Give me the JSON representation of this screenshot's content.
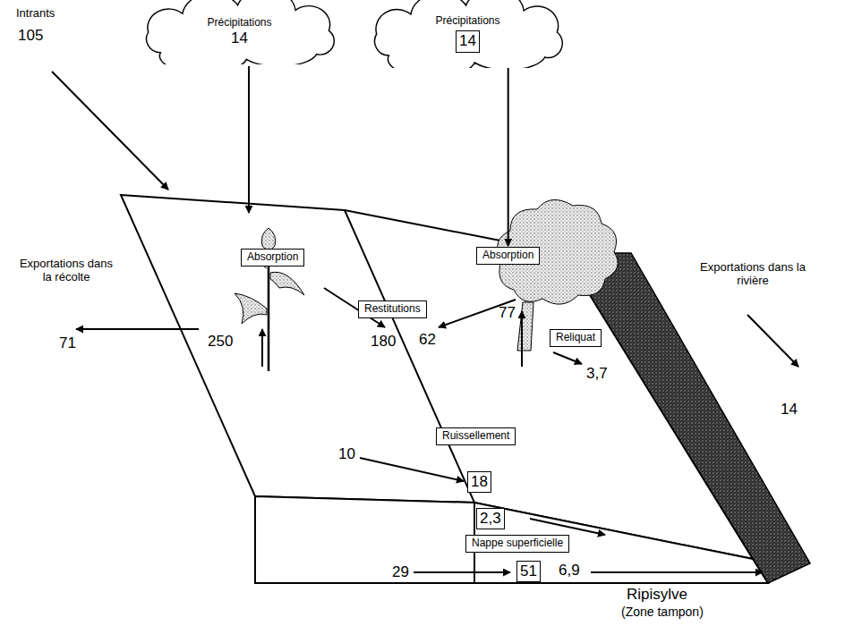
{
  "diagram": {
    "nodes": [
      {
        "text": [
          "Précipitations",
          "14"
        ]
      },
      {
        "text": [
          "Précipitations"
        ]
      },
      {
        "text": [
          "14"
        ],
        "in": 1
      },
      {
        "text": [
          "Absorption"
        ]
      },
      {
        "text": [
          "Restitutions"
        ]
      },
      {
        "text": [
          "Absorption"
        ]
      },
      {
        "text": [
          "Reliquat"
        ]
      },
      {
        "text": [
          "Ruissellement"
        ]
      },
      {
        "text": [
          "18"
        ]
      },
      {
        "text": [
          "2,3"
        ]
      },
      {
        "text": [
          "Nappe superficielle"
        ]
      },
      {
        "text": [
          "51"
        ]
      }
    ],
    "edges": [
      {
        "from": 1,
        "to": 5,
        "arrow": "to"
      }
    ],
    "labels": [
      "Intrants",
      "105",
      "Exportations dans la récolte",
      "71",
      "250",
      "180",
      "62",
      "77",
      "3,7",
      "10",
      "29",
      "6,9",
      "Exportations dans la rivière",
      "14",
      "Ripisylve",
      "(Zone tampon)"
    ]
  }
}
